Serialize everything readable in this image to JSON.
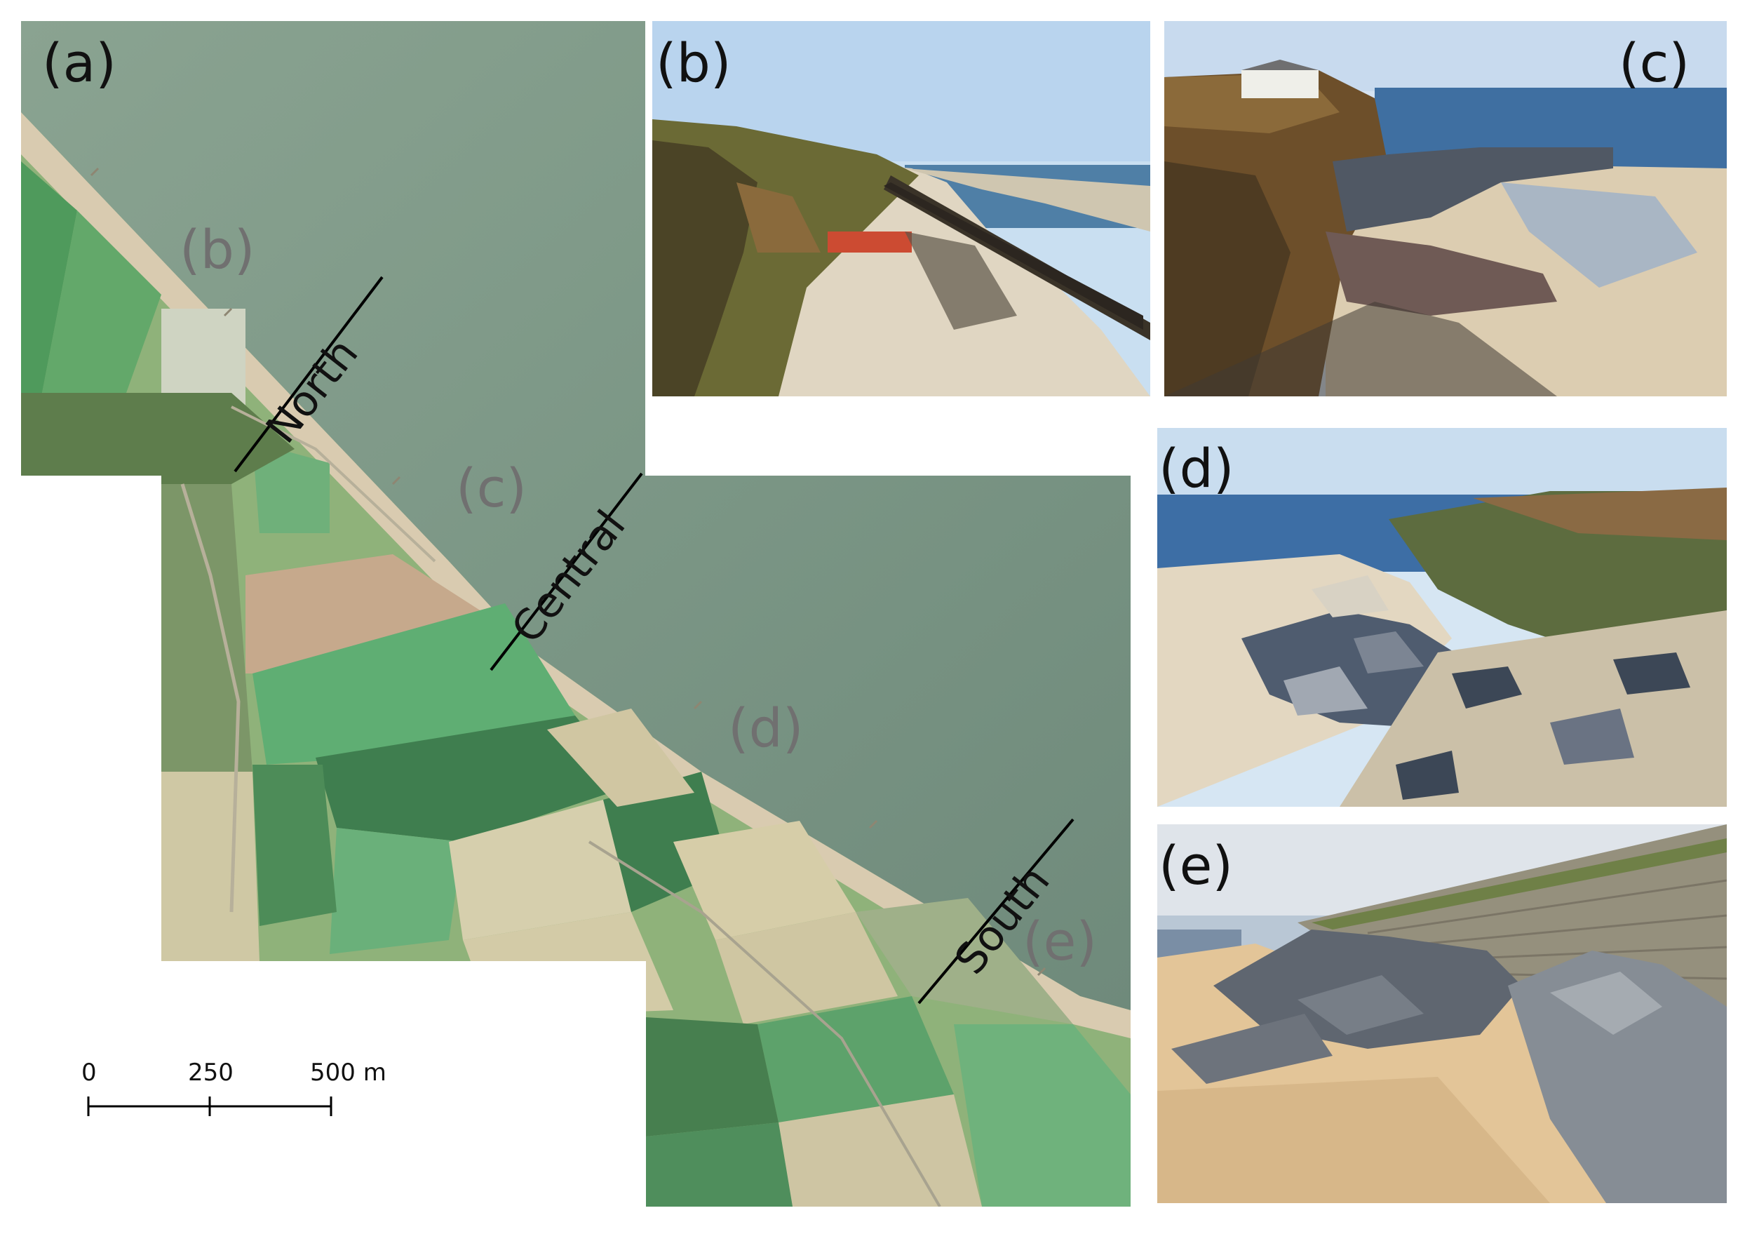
{
  "panels": {
    "a": "(a)",
    "b": "(b)",
    "c": "(c)",
    "d": "(d)",
    "e": "(e)"
  },
  "map": {
    "site_labels": {
      "b": "(b)",
      "c": "(c)",
      "d": "(d)",
      "e": "(e)"
    },
    "zones": {
      "north": "North",
      "central": "Central",
      "south": "South"
    },
    "scale_bar": {
      "ticks": [
        "0",
        "250",
        "500 m"
      ]
    }
  },
  "colors": {
    "sea": "#7f9a8a",
    "sea_dark": "#6e8878",
    "beach": "#d9cbb0",
    "field_green": "#5fa36e",
    "field_dark": "#3f7e4f",
    "field_pale": "#cfc8a4",
    "sky": "#bcd4ea",
    "cliff": "#6b5232",
    "sand": "#e4d8bf",
    "rock": "#7d848c"
  }
}
